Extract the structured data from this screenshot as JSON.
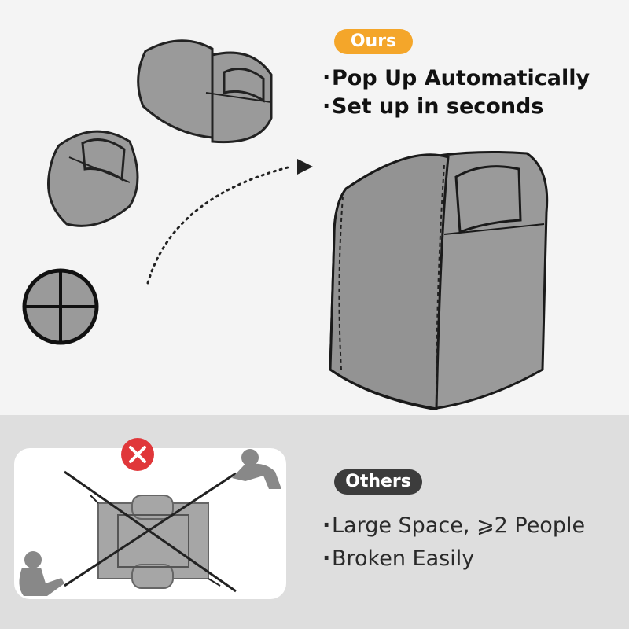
{
  "ours": {
    "badge": "Ours",
    "bullets": [
      "Pop Up Automatically",
      "Set up in seconds"
    ]
  },
  "others": {
    "badge": "Others",
    "bullets": [
      "Large Space, ⩾2 People",
      "Broken Easily"
    ]
  },
  "bullet_glyph": "·",
  "colors": {
    "ours_badge": "#f4a62a",
    "others_badge": "#3c3c3c",
    "tent_fabric": "#9a9a9a",
    "error_icon": "#e0373a"
  }
}
